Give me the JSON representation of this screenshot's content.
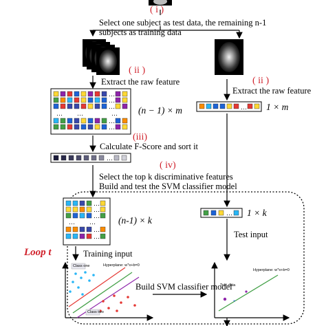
{
  "steps": {
    "s1": {
      "num": "( i )",
      "text": "Select one subject as test data, the remaining n-1 subjects as training data"
    },
    "s2": {
      "num": "( ii )",
      "text": "Extract the raw feature"
    },
    "s2b": {
      "num": "( ii )",
      "text": "Extract the raw feature"
    },
    "s3": {
      "num": "(iii)",
      "text": "Calculate F-Score and sort it"
    },
    "s4": {
      "num": "( iv)",
      "text": "Select the top k  discriminative features"
    },
    "s4b": {
      "text": "Build and test the SVM classifier model"
    }
  },
  "labels": {
    "train_matrix": "(n − 1) × m",
    "test_vector": "1 × m",
    "train_reduced": "(n-1) × k",
    "test_reduced": "1 × k",
    "loop": "Loop t",
    "training_input": "Training input",
    "test_input": "Test input",
    "build_model": "Build SVM classifier model"
  },
  "plots": {
    "left": {
      "class_one": "Class one",
      "class_two": "Class two",
      "hyperplane": "Hyperplane: wᵀx+b=0"
    },
    "right": {
      "hyperplane": "Hyperplane: wᵀx+b=0",
      "test_data": "Test data"
    }
  },
  "colors": {
    "step_number": "#d0202a",
    "feature_palette": [
      "#e53935",
      "#1e63d6",
      "#43a047",
      "#fdd835",
      "#8e24aa",
      "#29b6f6",
      "#fb8c00",
      "#3949ab"
    ]
  },
  "icons": [
    "brain-scan-stack-icon",
    "brain-scan-icon",
    "ellipsis-icon"
  ]
}
